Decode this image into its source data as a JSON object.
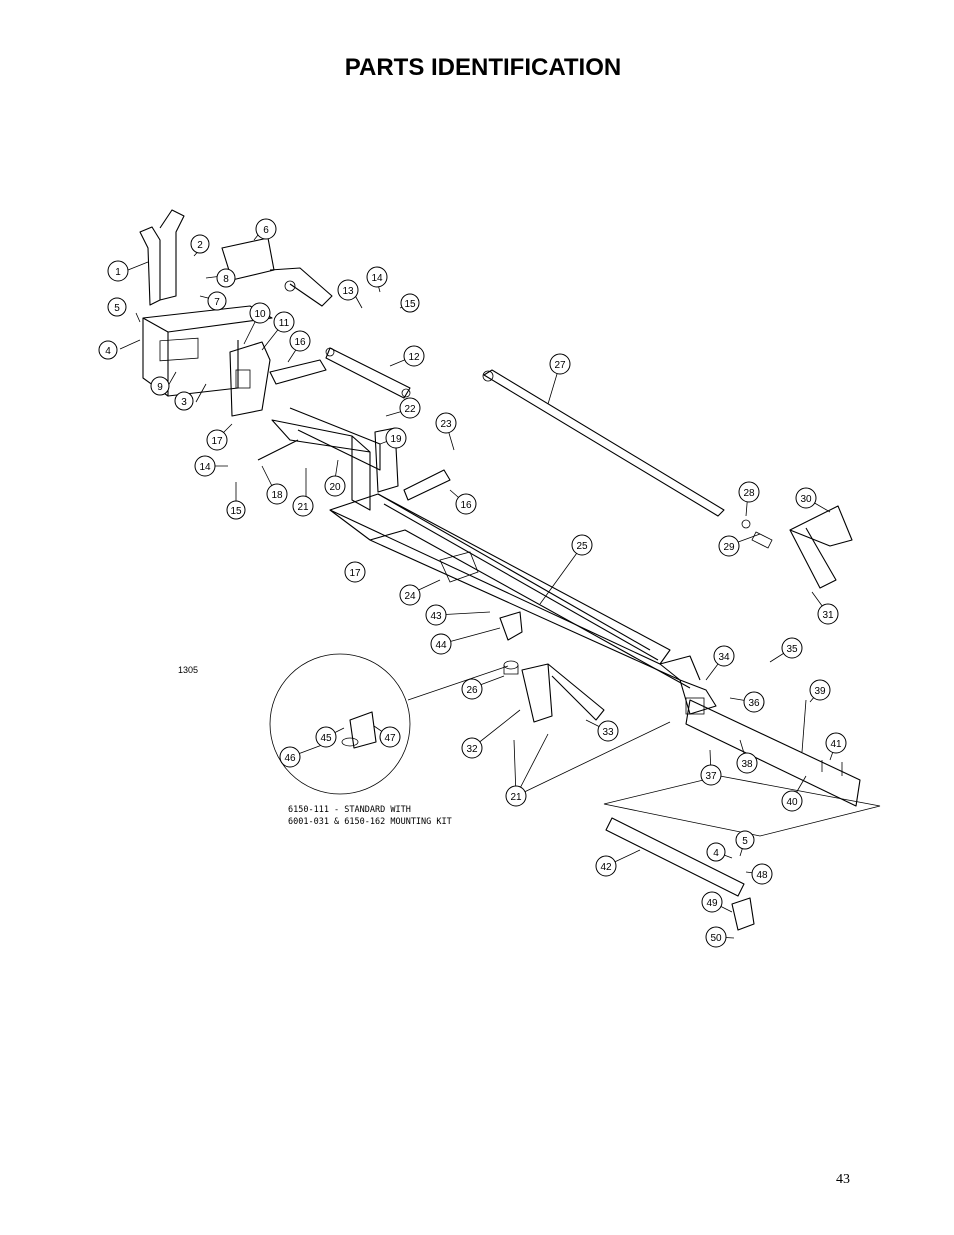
{
  "page": {
    "title": "PARTS IDENTIFICATION",
    "page_number": "43"
  },
  "drawing": {
    "drawing_id": "1305",
    "note_line1": "6150-111 - STANDARD WITH",
    "note_line2": "6001-031 & 6150-162 MOUNTING KIT",
    "callout_labels": [
      "1",
      "2",
      "3",
      "4",
      "5",
      "6",
      "7",
      "8",
      "9",
      "10",
      "11",
      "12",
      "13",
      "14",
      "15",
      "16",
      "17",
      "18",
      "19",
      "20",
      "21",
      "22",
      "23",
      "24",
      "25",
      "26",
      "27",
      "28",
      "29",
      "30",
      "31",
      "32",
      "33",
      "34",
      "35",
      "36",
      "37",
      "38",
      "39",
      "40",
      "41",
      "42",
      "43",
      "44",
      "45",
      "46",
      "47",
      "48",
      "49",
      "50"
    ]
  }
}
